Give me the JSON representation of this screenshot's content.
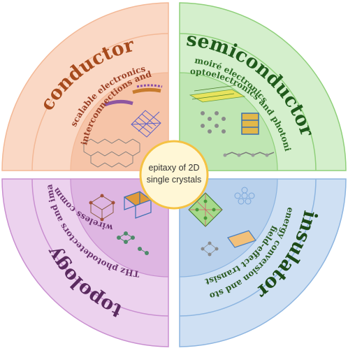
{
  "center": {
    "line1": "epitaxy of 2D",
    "line2": "single crystals"
  },
  "quadrants": [
    {
      "key": "conductor",
      "title": "conductor",
      "subtitle1": "scalable electronics",
      "subtitle2": "interconnections and memory",
      "colors": {
        "outer": "#fad8c5",
        "inner": "#f6c4a8",
        "stroke": "#f3b896",
        "title": "#a64a1c",
        "subtitle": "#9a3f24"
      }
    },
    {
      "key": "semiconductor",
      "title": "semiconductor",
      "subtitle1": "moiré electronics",
      "subtitle2": "optoelectronics and photonics",
      "colors": {
        "outer": "#d4efcc",
        "inner": "#bfe6b3",
        "stroke": "#8fd07a",
        "title": "#1f5a1b",
        "subtitle": "#2d6b25"
      }
    },
    {
      "key": "insulator",
      "title": "insulator",
      "subtitle1": "field-effect transistor",
      "subtitle2": "energy conversion and storage",
      "colors": {
        "outer": "#cfe0f3",
        "inner": "#b9d1ec",
        "stroke": "#8db5e0",
        "title": "#1d4a17",
        "subtitle": "#2a5a22"
      }
    },
    {
      "key": "topology",
      "title": "topology",
      "subtitle1": "wireless comms",
      "subtitle2": "THz photodetectors and imaging",
      "colors": {
        "outer": "#ecd2ee",
        "inner": "#deb6e2",
        "stroke": "#c98fd0",
        "title": "#5a2a5f",
        "subtitle": "#6c3470"
      }
    }
  ],
  "centerCircle": {
    "fill": "#fff7d6",
    "stroke": "#f5c243"
  }
}
